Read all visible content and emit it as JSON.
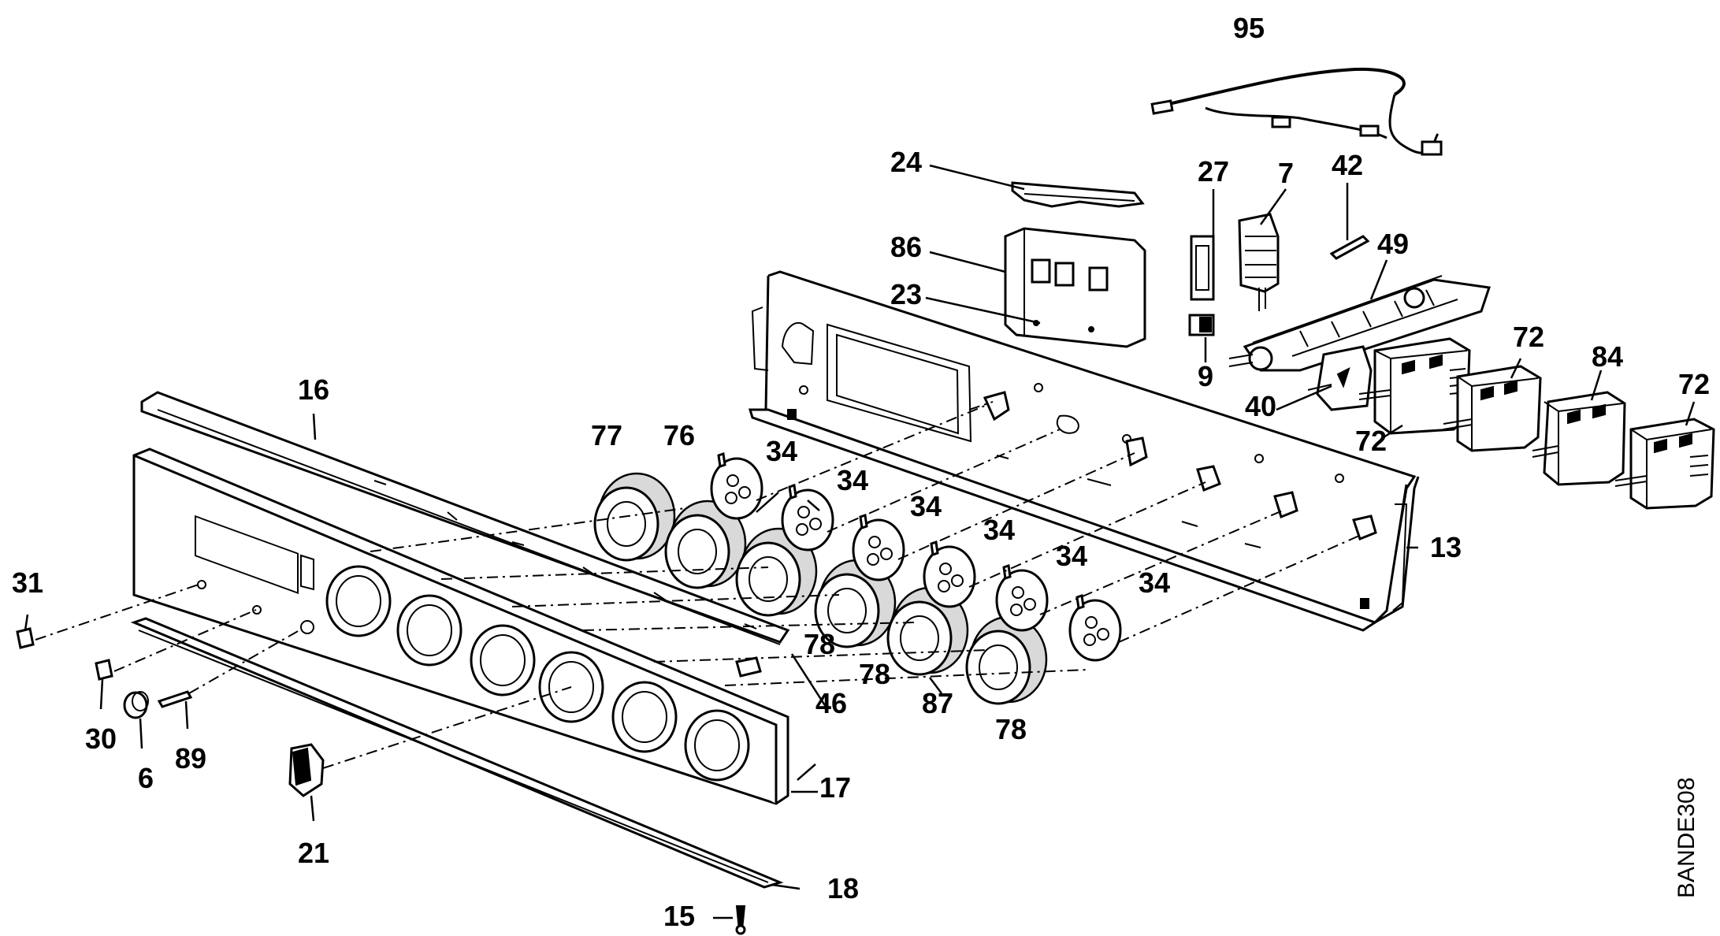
{
  "diagram": {
    "code": "BANDE308",
    "labels": {
      "p95": "95",
      "p24": "24",
      "p27": "27",
      "p7": "7",
      "p42": "42",
      "p86": "86",
      "p23": "23",
      "p49": "49",
      "p9": "9",
      "p40": "40",
      "p72a": "72",
      "p72b": "72",
      "p72c": "72",
      "p84": "84",
      "p16": "16",
      "p77": "77",
      "p76": "76",
      "p34a": "34",
      "p34b": "34",
      "p34c": "34",
      "p34d": "34",
      "p34e": "34",
      "p34f": "34",
      "p13": "13",
      "p31": "31",
      "p30": "30",
      "p6": "6",
      "p89": "89",
      "p46": "46",
      "p78a": "78",
      "p78b": "78",
      "p78c": "78",
      "p87": "87",
      "p17": "17",
      "p21": "21",
      "p18": "18",
      "p15": "15"
    }
  }
}
